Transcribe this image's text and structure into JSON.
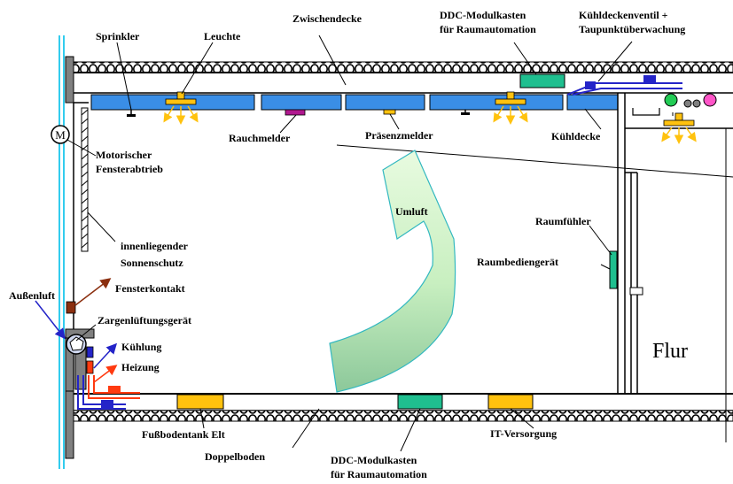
{
  "labels": {
    "sprinkler": "Sprinkler",
    "leuchte": "Leuchte",
    "zwischendecke": "Zwischendecke",
    "ddc_top_1": "DDC-Modulkasten",
    "ddc_top_2": "für Raumautomation",
    "kuehldeckenventil_1": "Kühldeckenventil +",
    "kuehldeckenventil_2": "Taupunktüberwachung",
    "motorischer_1": "Motorischer",
    "motorischer_2": "Fensterabtrieb",
    "rauchmelder": "Rauchmelder",
    "praesenzmelder": "Präsenzmelder",
    "kuehldecke": "Kühldecke",
    "umluft": "Umluft",
    "raumfuehler": "Raumfühler",
    "raumbediengeraet": "Raumbediengerät",
    "sonnenschutz_1": "innenliegender",
    "sonnenschutz_2": "Sonnenschutz",
    "fensterkontakt": "Fensterkontakt",
    "aussenluft": "Außenluft",
    "zargen": "Zargenlüftungsgerät",
    "kuehlung": "Kühlung",
    "heizung": "Heizung",
    "flur": "Flur",
    "fussbodentank": "Fußbodentank Elt",
    "doppelboden": "Doppelboden",
    "ddc_bottom_1": "DDC-Modulkasten",
    "ddc_bottom_2": "für Raumautomation",
    "it_versorgung": "IT-Versorgung",
    "motor_symbol": "M"
  },
  "colors": {
    "panel_blue": "#3a8ee6",
    "teal": "#1fbf8f",
    "yellow": "#ffc20e",
    "magenta": "#b0188f",
    "dark_blue": "#2424c8",
    "red": "#ff3a10",
    "brown": "#8b2f0f",
    "glass": "#33ccee",
    "arrow_fill": "#d8f7c8",
    "arrow_stroke": "#33b8c0"
  }
}
